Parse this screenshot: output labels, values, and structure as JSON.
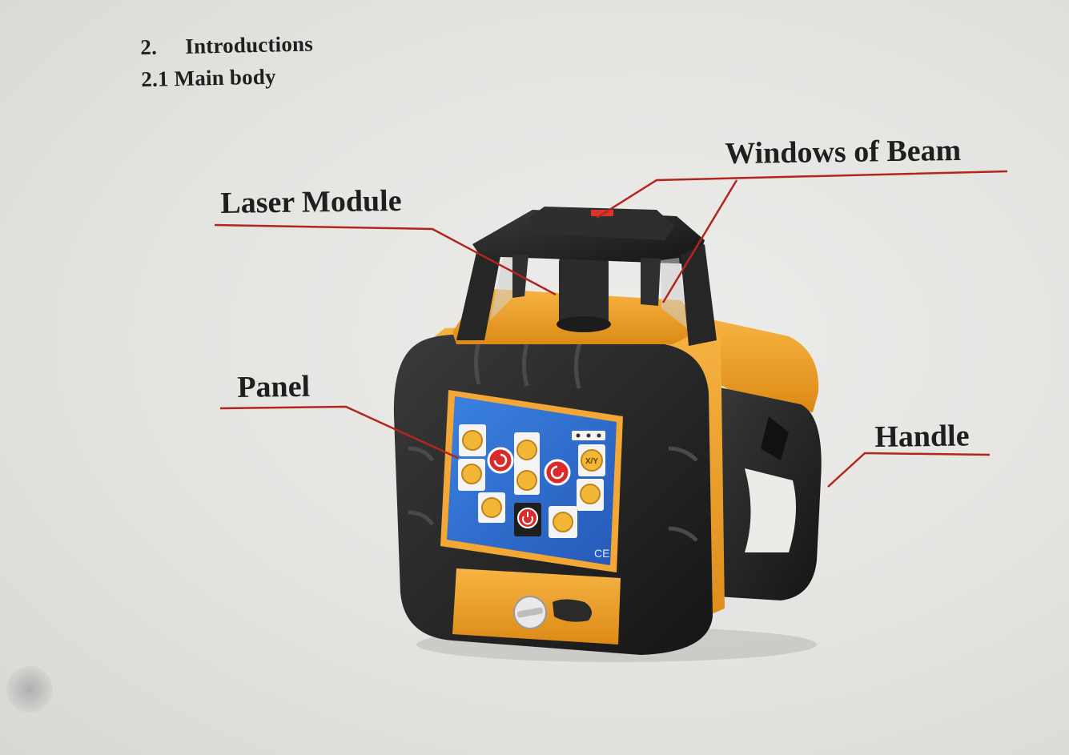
{
  "heading": {
    "section_number": "2.",
    "section_title": "Introductions",
    "subsection": "2.1 Main body"
  },
  "callouts": {
    "windows_of_beam": "Windows of Beam",
    "laser_module": "Laser Module",
    "panel": "Panel",
    "handle": "Handle"
  },
  "device": {
    "panel_key_xy": "X/Y",
    "panel_mark": "CE"
  },
  "colors": {
    "callout_line": "#b3261e",
    "body_orange": "#f0a02a",
    "rubber_black": "#232323",
    "panel_blue": "#2f6fd0",
    "button_red": "#d92b2b",
    "button_yellow": "#f2b736"
  }
}
